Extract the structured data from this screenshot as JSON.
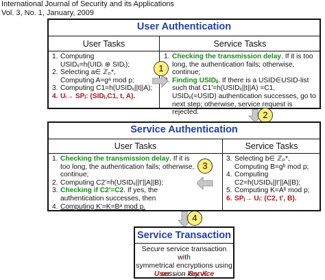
{
  "header": {
    "line1": "International Journal of Security and its Applications",
    "line2": "Vol. 3, No. 1, January, 2009"
  },
  "user_auth": {
    "title": "User Authentication",
    "left_head": "User Tasks",
    "right_head": "Service Tasks",
    "step_label": "1",
    "left_items": [
      {
        "n": "1.",
        "lines": [
          "Computing",
          "USIDᵢⱼ=h(UIDᵢ ⊕ SIDⱼ);"
        ]
      },
      {
        "n": "2.",
        "lines": [
          "Selecting a∈ ℤₚ*,",
          "Computing A=gᵃ mod p;"
        ]
      },
      {
        "n": "3.",
        "lines": [
          "Computing C1=h(USIDᵢⱼ||t||A);"
        ]
      },
      {
        "n": "4.",
        "lines": [
          "Uᵢ→ SPⱼ: (SIDⱼ,C1, t, A)."
        ]
      }
    ],
    "right_items": [
      {
        "n": "1.",
        "bold": "Checking the transmission delay",
        "rest": ". If it is too long, the authentication fails; otherwise, continue;"
      },
      {
        "n": "2.",
        "bold": "Finding USIDᵢⱼ",
        "rest": ". If there is a USID∈USID-list such that C1'=h(USIDᵢⱼ||t||A) =C1, USIDᵢⱼ(=USID) authentication successes, go to next step; otherwise, service request is rejected."
      }
    ]
  },
  "step2_label": "2",
  "service_auth": {
    "title": "Service Authentication",
    "left_head": "User Tasks",
    "right_head": "Service Tasks",
    "step_label": "3",
    "left_items": [
      {
        "n": "1.",
        "bold": "Checking the transmission delay",
        "rest": ". If it is too long, the authentication fails; otherwise, continue;"
      },
      {
        "n": "2.",
        "lines": [
          "Computing C2'=h(USIDᵢⱼ||t'||A||B);"
        ]
      },
      {
        "n": "3.",
        "bold": "Checking if C2'=C2",
        "rest": ". If yes,  the authentication successes, then"
      },
      {
        "n": "4.",
        "lines": [
          "Computing K'=K=Bᵃ mod p."
        ]
      }
    ],
    "right_items": [
      {
        "n": "3.",
        "lines": [
          "Selecting b∈ ℤₚ*,",
          "Computing B=gᵇ mod p;"
        ]
      },
      {
        "n": "4.",
        "lines": [
          "Computing",
          "C2=h(USIDᵢⱼ||t'||A||B);"
        ]
      },
      {
        "n": "5.",
        "lines": [
          "Computing K=Aᵇ mod p;"
        ]
      },
      {
        "n": "6.",
        "lines": [
          "SPⱼ→ Uᵢ: (C2, t', B)."
        ]
      }
    ]
  },
  "step4_label": "4",
  "service_tx": {
    "title": "Service Transaction",
    "body_lines": [
      "Secure service transaction with",
      "symmetrical encryptions using",
      "session key, K"
    ],
    "footer": "User ←→ Service"
  },
  "colors": {
    "title_blue": "#1f3faa",
    "green": "#1a8a1a",
    "red": "#b0181c",
    "circle": "#ffef7a"
  }
}
